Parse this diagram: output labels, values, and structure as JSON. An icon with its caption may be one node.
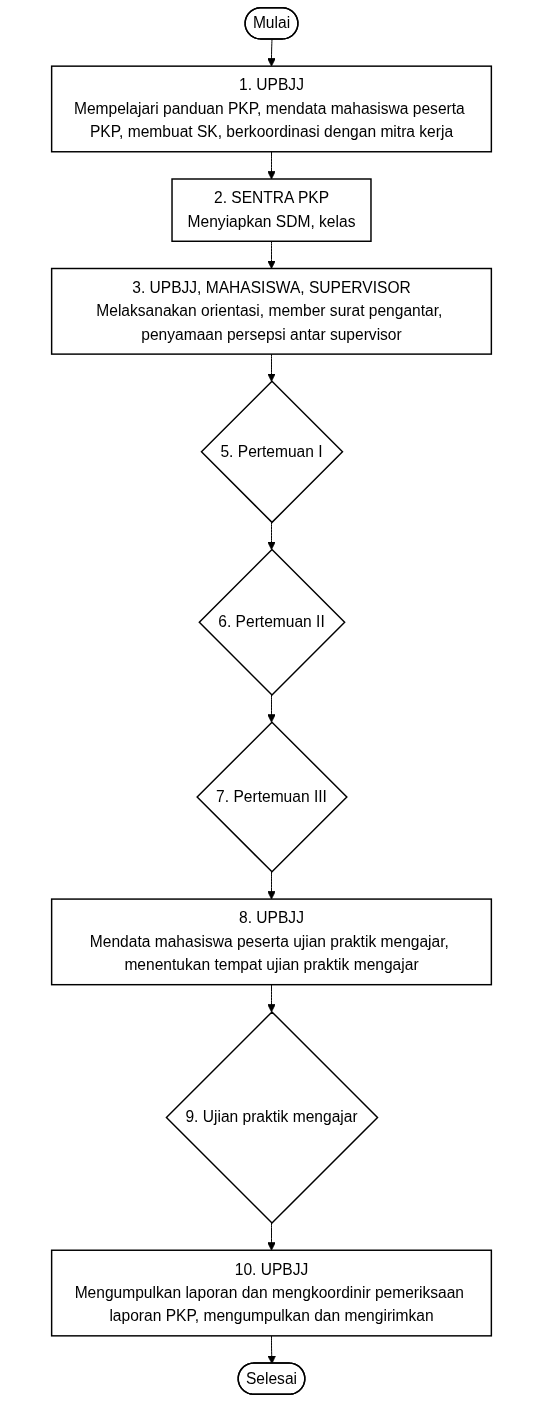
{
  "diagram": {
    "nodes": [
      {
        "text": [
          "Mulai"
        ]
      },
      {
        "text": [
          "1. UPBJJ",
          "Mempelajari panduan PKP, mendata mahasiswa peserta PKP, membuat SK, berkoordinasi dengan mitra kerja"
        ]
      },
      {
        "text": [
          "2. SENTRA PKP",
          "Menyiapkan SDM, kelas"
        ]
      },
      {
        "text": [
          "3. UPBJJ, MAHASISWA, SUPERVISOR",
          "Melaksanakan orientasi, member surat pengantar, penyamaan persepsi antar supervisor"
        ]
      },
      {
        "text": [
          "5. Pertemuan I"
        ]
      },
      {
        "text": [
          "6. Pertemuan II"
        ]
      },
      {
        "text": [
          "7. Pertemuan III"
        ]
      },
      {
        "text": [
          "8. UPBJJ",
          "Mendata mahasiswa peserta ujian praktik mengajar, menentukan tempat ujian praktik mengajar"
        ]
      },
      {
        "text": [
          "9. Ujian praktik mengajar"
        ]
      },
      {
        "text": [
          "10. UPBJJ",
          "Mengumpulkan laporan dan mengkoordinir pemeriksaan laporan PKP, mengumpulkan dan mengirimkan"
        ]
      },
      {
        "text": [
          "Selesai"
        ]
      }
    ],
    "edges": [
      {
        "from": 0,
        "to": 1,
        "arrow": "to"
      },
      {
        "from": 1,
        "to": 2,
        "arrow": "to"
      },
      {
        "from": 2,
        "to": 3,
        "arrow": "to"
      },
      {
        "from": 3,
        "to": 4,
        "arrow": "to"
      },
      {
        "from": 4,
        "to": 5,
        "arrow": "to"
      },
      {
        "from": 5,
        "to": 6,
        "arrow": "to"
      },
      {
        "from": 6,
        "to": 7,
        "arrow": "to"
      },
      {
        "from": 7,
        "to": 8,
        "arrow": "to"
      },
      {
        "from": 8,
        "to": 9,
        "arrow": "to"
      },
      {
        "from": 9,
        "to": 10,
        "arrow": "to"
      }
    ]
  }
}
